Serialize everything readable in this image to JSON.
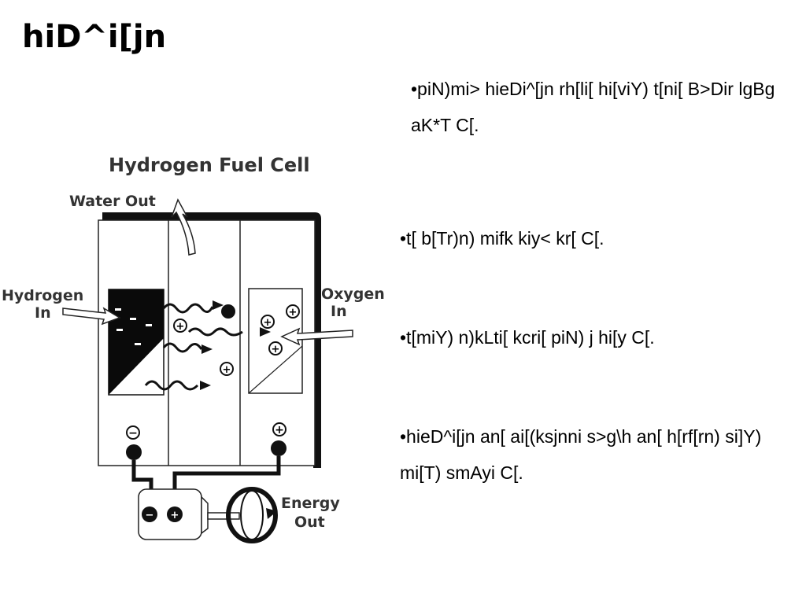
{
  "slide": {
    "title": "hiD^i[jn",
    "bullets": [
      "•piN)mi> hieDi^[jn rh[li[ hi[viY) t[ni[ B>Dir lgBg aK*T C[.",
      "•t[ b[Tr)n) mifk kiy< kr[  C[.",
      "•t[miY) n)kLti[ kcri[ piN) j hi[y C[.",
      "•hieD^i[jn an[ ai[(ksjnni s>g\\h an[ h[rf[rn) si]Y) mi[T) smAyi C[."
    ]
  },
  "diagram": {
    "title": "Hydrogen Fuel Cell",
    "water_out": "Water Out",
    "hydrogen_in_1": "Hydrogen",
    "hydrogen_in_2": "In",
    "oxygen_in_1": "Oxygen",
    "oxygen_in_2": "In",
    "energy_out_1": "Energy",
    "energy_out_2": "Out",
    "minus": "−",
    "plus": "+"
  }
}
